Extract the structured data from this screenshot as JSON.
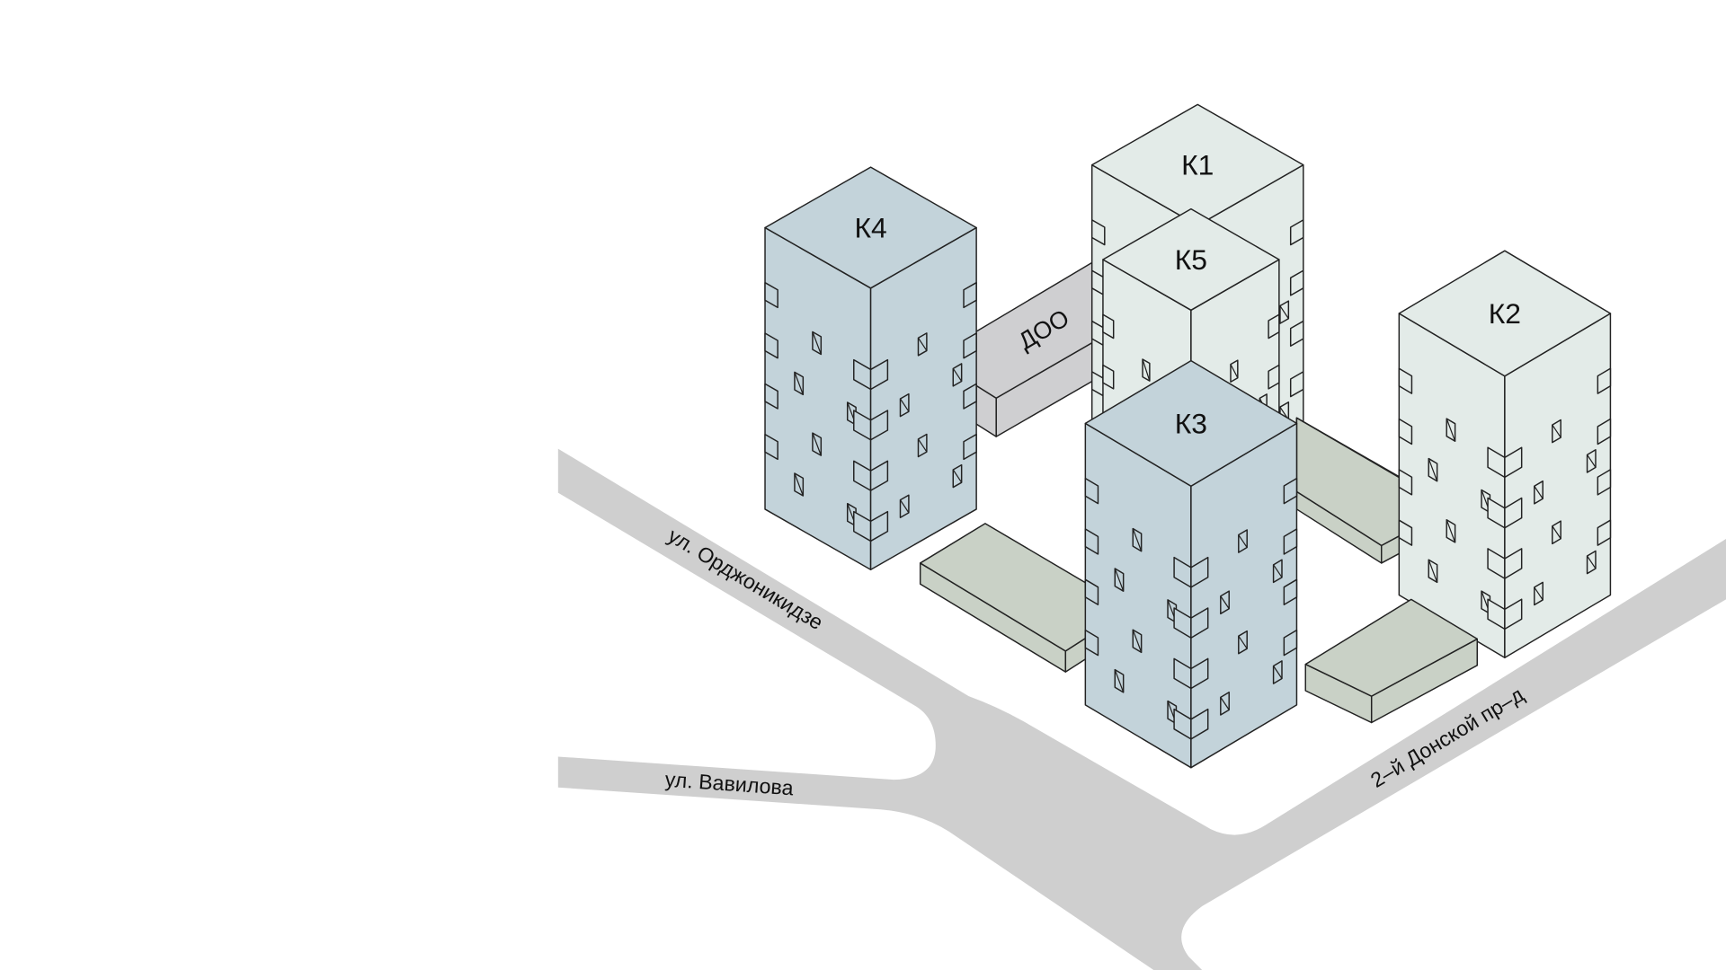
{
  "colors": {
    "road": "#cfcfcf",
    "building_blue": "#c3d3da",
    "building_light": "#e3ebe8",
    "kindergarten": "#cfcfd1",
    "pad": "#c9d1c6",
    "stroke": "#222222"
  },
  "streets": {
    "ordzhonikidze": "ул. Орджоникидзе",
    "vavilova": "ул. Вавилова",
    "donskoy": "2–й Донской пр–д"
  },
  "buildings": {
    "k1": "К1",
    "k2": "К2",
    "k3": "К3",
    "k4": "К4",
    "k5": "К5",
    "kindergarten": "ДОО"
  }
}
